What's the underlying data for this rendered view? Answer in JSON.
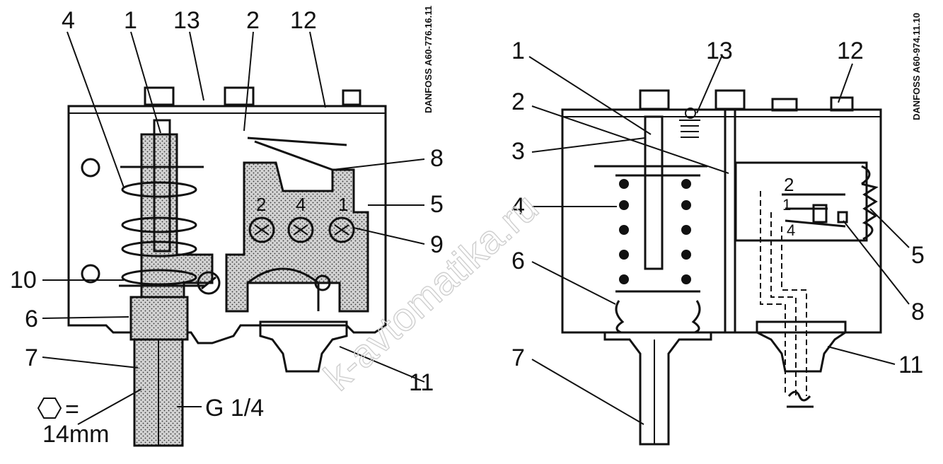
{
  "left_diagram": {
    "reference": "DANFOSS A60-776.16.11",
    "labels": [
      "4",
      "1",
      "13",
      "2",
      "12",
      "8",
      "5",
      "9",
      "10",
      "6",
      "7",
      "11"
    ],
    "terminal_numbers": [
      "2",
      "4",
      "1"
    ],
    "hex_size": "14mm",
    "thread": "G 1/4"
  },
  "right_diagram": {
    "reference": "DANFOSS A60-974.11.10",
    "labels": [
      "1",
      "13",
      "12",
      "2",
      "3",
      "4",
      "6",
      "7",
      "5",
      "8",
      "11"
    ],
    "contact_labels": [
      "2",
      "1",
      "4"
    ]
  },
  "watermark": "k-avtomatika.ru"
}
